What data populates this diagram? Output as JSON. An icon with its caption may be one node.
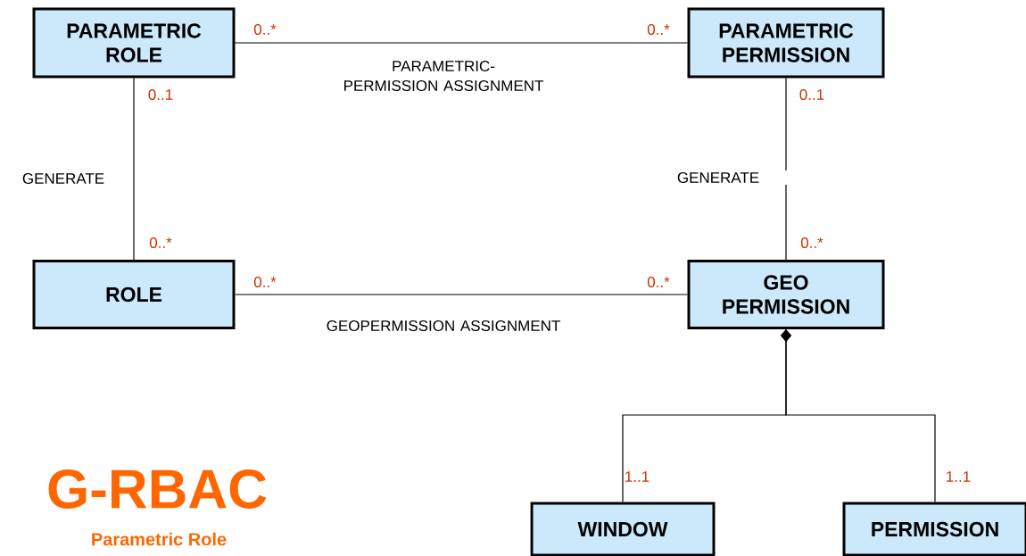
{
  "diagram": {
    "title": "G-RBAC",
    "caption": "Parametric Role",
    "nodes": [
      {
        "text": [
          "PARAMETRIC ROLE"
        ]
      },
      {
        "text": [
          "PARAMETRIC PERMISSION"
        ]
      },
      {
        "text": [
          "ROLE"
        ]
      },
      {
        "text": [
          "GEO PERMISSION"
        ]
      },
      {
        "text": [
          "WINDOW"
        ]
      },
      {
        "text": [
          "PERMISSION"
        ]
      }
    ],
    "edges": [
      {
        "from": 0,
        "to": 1,
        "arrow": "none",
        "label": "PARAMETRIC-PERMISSION ASSIGNMENT"
      },
      {
        "from": 0,
        "to": 2,
        "arrow": "none",
        "label": "GENERATE"
      },
      {
        "from": 1,
        "to": 3,
        "arrow": "none",
        "label": "GENERATE"
      },
      {
        "from": 2,
        "to": 3,
        "arrow": "none",
        "label": "GEOPERMISSION ASSIGNMENT"
      },
      {
        "from": 3,
        "to": 4,
        "arrow": "other"
      },
      {
        "from": 3,
        "to": 5,
        "arrow": "other"
      }
    ],
    "labels": [
      "0..*",
      "0..*",
      "0..1",
      "0..1",
      "0..*",
      "0..*",
      "0..*",
      "0..*",
      "1..1",
      "1..1"
    ]
  }
}
